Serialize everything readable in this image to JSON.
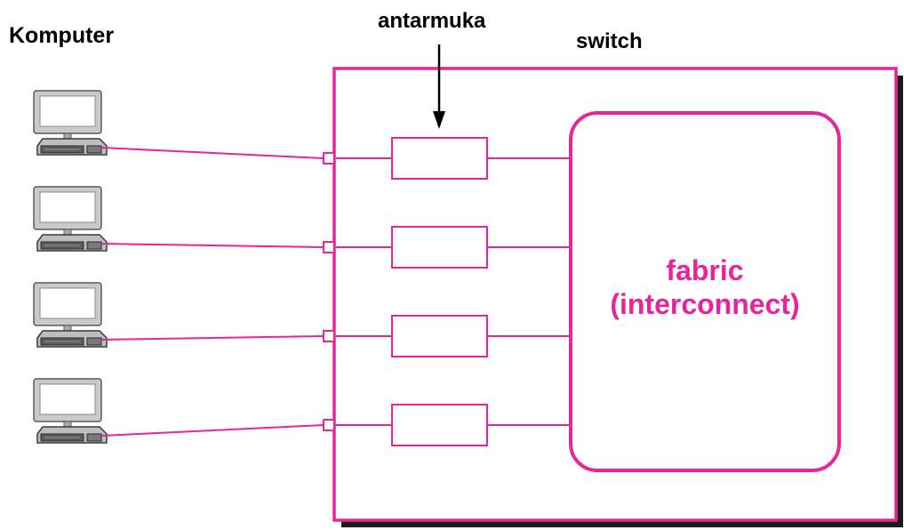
{
  "labels": {
    "computers": "Komputer",
    "interface": "antarmuka",
    "switch": "switch"
  },
  "fabric": {
    "line1": "fabric",
    "line2": "(interconnect)"
  },
  "computer_count": 4,
  "colors": {
    "accent": "#e8249a",
    "shadow": "#1a1a1a",
    "text": "#000000",
    "computer_gray": "#9a9a9a"
  },
  "icons": [
    "computer-icon",
    "arrow-down-icon"
  ]
}
